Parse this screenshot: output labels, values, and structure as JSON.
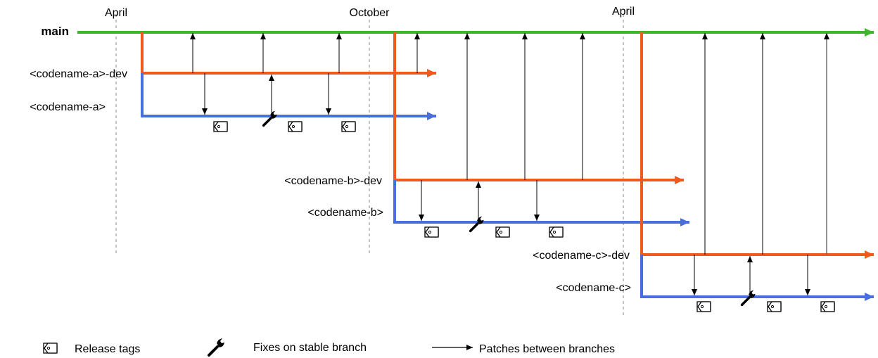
{
  "timeline": {
    "markers": [
      "April",
      "October",
      "April"
    ]
  },
  "branches": {
    "main": "main",
    "a_dev": "<codename-a>-dev",
    "a": "<codename-a>",
    "b_dev": "<codename-b>-dev",
    "b": "<codename-b>",
    "c_dev": "<codename-c>-dev",
    "c": "<codename-c>"
  },
  "legend": {
    "release_tags": "Release tags",
    "fixes": "Fixes on stable branch",
    "patches": "Patches between branches"
  },
  "colors": {
    "main": "#3fb72c",
    "dev": "#f05a1e",
    "stable": "#4a6fdc",
    "marker": "#888888",
    "arrow": "#000000"
  },
  "icons": {
    "tag": "tag-icon",
    "fix": "wrench-icon",
    "arrow": "arrow-icon"
  }
}
